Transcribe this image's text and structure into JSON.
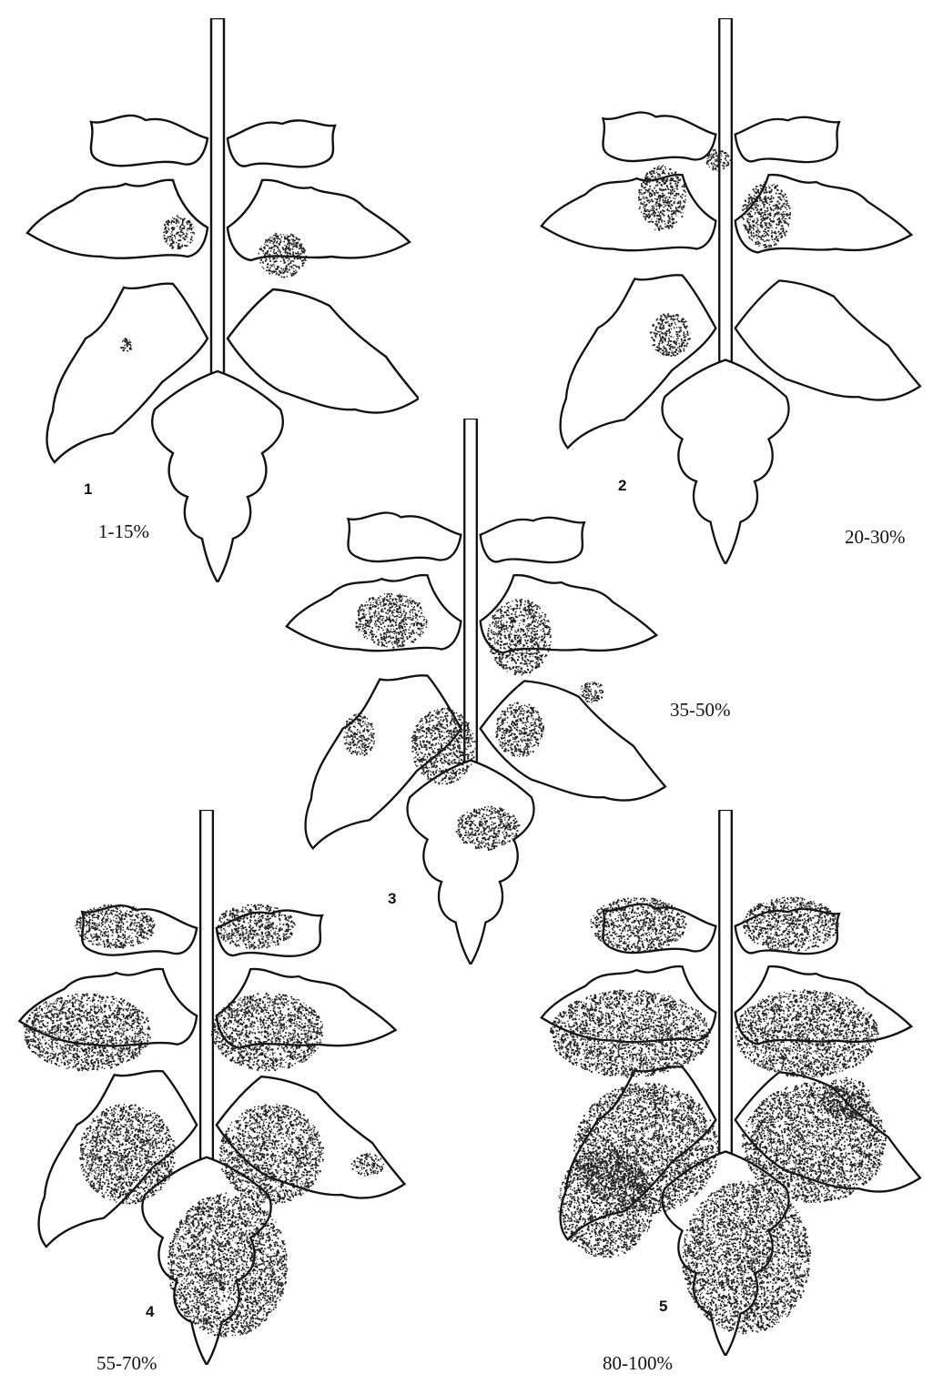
{
  "leaves": [
    {
      "number": "1",
      "severity": "1-15%"
    },
    {
      "number": "2",
      "severity": "20-30%"
    },
    {
      "number": "3",
      "severity": "35-50%"
    },
    {
      "number": "4",
      "severity": "55-70%"
    },
    {
      "number": "5",
      "severity": "80-100%"
    }
  ],
  "colors": {
    "outline": "#111111",
    "background": "#ffffff",
    "stipple": "#222222"
  }
}
